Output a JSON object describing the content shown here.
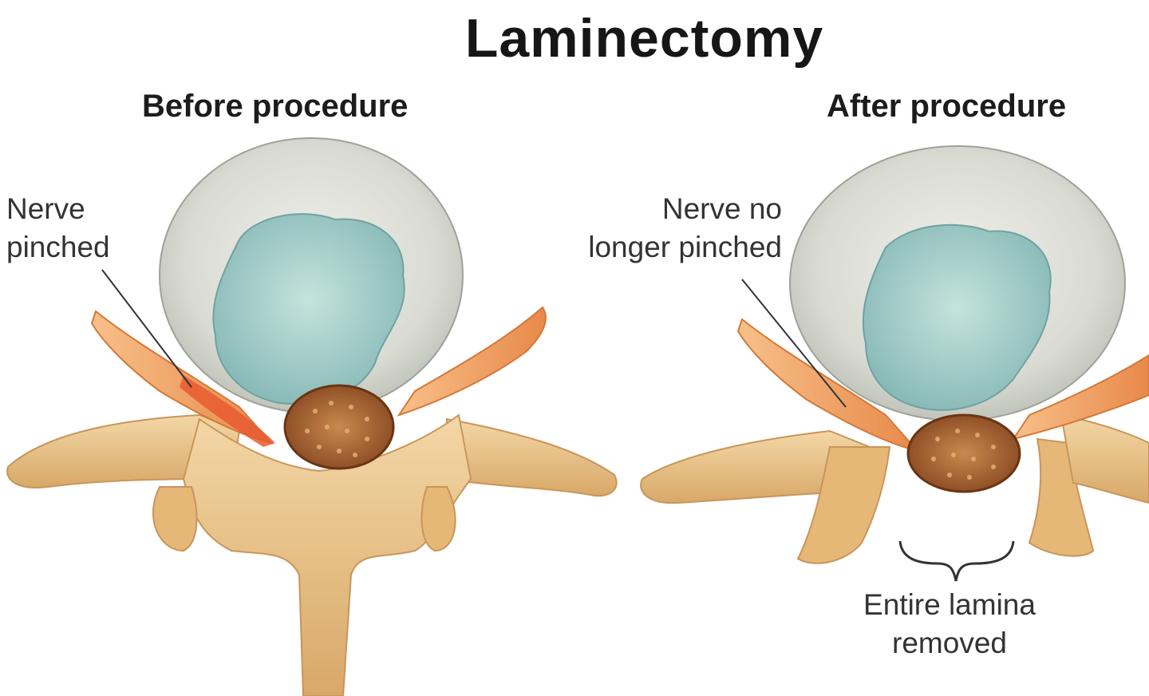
{
  "diagram": {
    "title": "Laminectomy",
    "before": {
      "heading": "Before procedure",
      "callout": "Nerve\npinched"
    },
    "after": {
      "heading": "After procedure",
      "callout": "Nerve no\nlonger pinched",
      "bracket_label": "Entire lamina\nremoved"
    }
  },
  "colors": {
    "disc_annulus": "#dcddd6",
    "disc_nucleus": "#a9cfcb",
    "bone": "#e9c48c",
    "nerve": "#f0a05a",
    "nerve_pinched": "#e86a3a",
    "spinal_cord": "#b8703a"
  }
}
